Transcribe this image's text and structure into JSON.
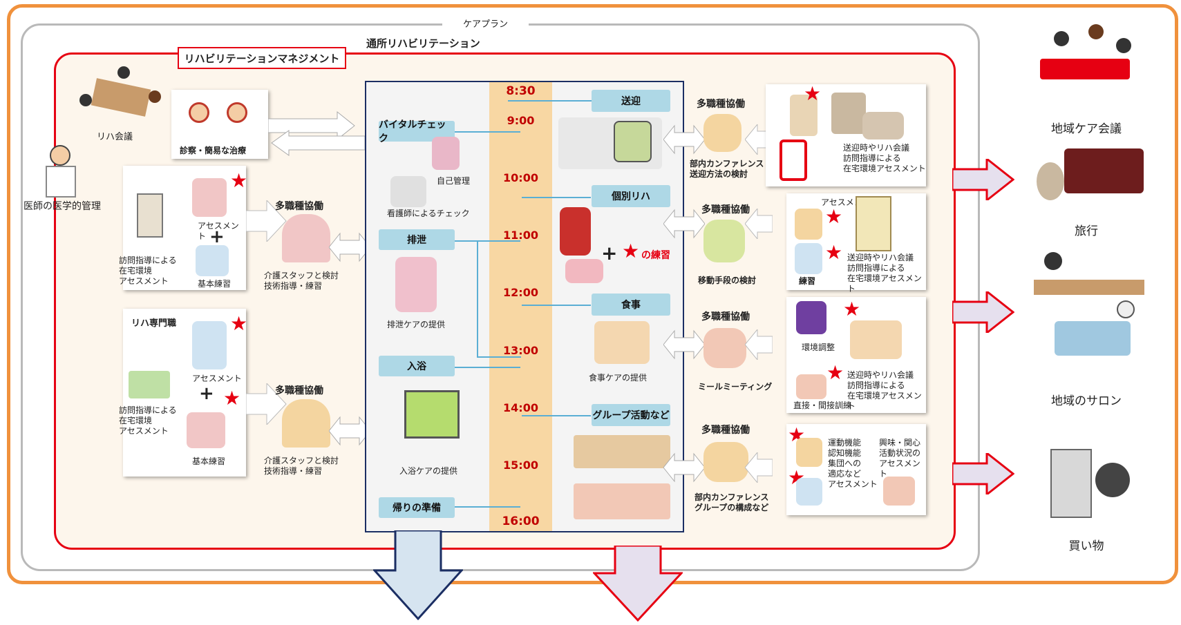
{
  "care_plan": "ケアプラン",
  "rehab_management": "リハビリテーションマネジメント",
  "center_title": "通所リハビリテーション",
  "left": {
    "rehab_meeting": "リハ会議",
    "doctor_management": "医師の医学的管理",
    "diagnosis": "診察・簡易な治療",
    "home_visit_1": [
      "訪問指導による",
      "在宅環境",
      "アセスメント"
    ],
    "assessment_1": "アセスメント",
    "basic_practice_1": "基本練習",
    "multi_1": "多職種協働",
    "care_staff_1": [
      "介護スタッフと検討",
      "技術指導・練習"
    ],
    "rehab_specialist": "リハ専門職",
    "home_visit_2": [
      "訪問指導による",
      "在宅環境",
      "アセスメント"
    ],
    "assessment_2": "アセスメント",
    "basic_practice_2": "基本練習",
    "multi_2": "多職種協働",
    "care_staff_2": [
      "介護スタッフと検討",
      "技術指導・練習"
    ]
  },
  "times": [
    "8:30",
    "9:00",
    "10:00",
    "11:00",
    "12:00",
    "13:00",
    "14:00",
    "15:00",
    "16:00"
  ],
  "left_tags": {
    "vital": "バイタルチェック",
    "self_manage": "自己管理",
    "nurse_check": "看護師によるチェック",
    "excretion": "排泄",
    "excretion_care": "排泄ケアの提供",
    "bathing": "入浴",
    "bathing_care": "入浴ケアの提供",
    "return_prep": "帰りの準備"
  },
  "right_tags": {
    "pickup": "送迎",
    "individual": "個別リハ",
    "practice_suffix": "の練習",
    "meal": "食事",
    "meal_care": "食事ケアの提供",
    "group": "グループ活動など"
  },
  "right": {
    "multi": "多職種協働",
    "conf_pickup": [
      "部内カンファレンス",
      "送迎方法の検討"
    ],
    "mobility": "移動手段の検討",
    "meal_meeting": "ミールミーティング",
    "conf_group": [
      "部内カンファレンス",
      "グループの構成など"
    ],
    "box1_text": [
      "送迎時やリハ会議",
      "訪問指導による",
      "在宅環境アセスメント"
    ],
    "box2_assess": "アセスメント",
    "box2_practice": "練習",
    "box2_text": [
      "送迎時やリハ会議",
      "訪問指導による",
      "在宅環境アセスメント"
    ],
    "box3_env": "環境調整",
    "box3_direct": "直接・間接訓練",
    "box3_text": [
      "送迎時やリハ会議",
      "訪問指導による",
      "在宅環境アセスメント"
    ],
    "box4_left": [
      "運動機能",
      "認知機能",
      "集団への",
      "適応など",
      "アセスメント"
    ],
    "box4_right": [
      "興味・関心",
      "活動状況の",
      "アセスメント"
    ]
  },
  "community": [
    "地域ケア会議",
    "旅行",
    "地域のサロン",
    "買い物"
  ],
  "colors": {
    "orange": "#f0913c",
    "red": "#e60012",
    "navy": "#1b2e63",
    "tag": "#aed8e6",
    "arrow_blue": "#d6e4f0",
    "arrow_pink": "#e6e0ee"
  }
}
